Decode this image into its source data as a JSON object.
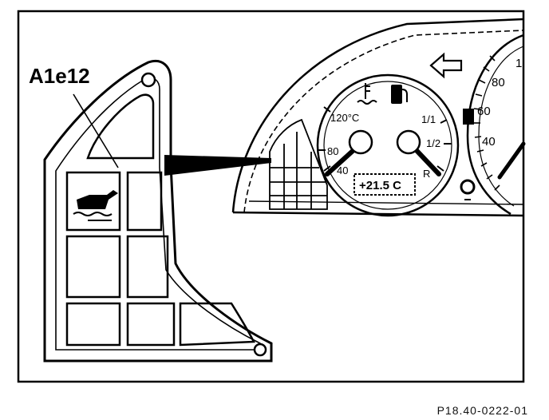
{
  "callout_label": "A1e12",
  "figure_code": "P18.40-0222-01",
  "temperature_gauge": {
    "ticks": [
      "120°C",
      "80",
      "40"
    ]
  },
  "fuel_gauge": {
    "ticks": [
      "1/1",
      "1/2",
      "R"
    ]
  },
  "outside_temp_display": "+21.5 C",
  "speedometer": {
    "ticks": [
      "80",
      "60",
      "40"
    ],
    "partial_tick": "1"
  },
  "icons": [
    "coolant-temperature-icon",
    "fuel-pump-icon",
    "oil-level-icon",
    "turn-signal-left-icon",
    "reset-knob-icon"
  ]
}
